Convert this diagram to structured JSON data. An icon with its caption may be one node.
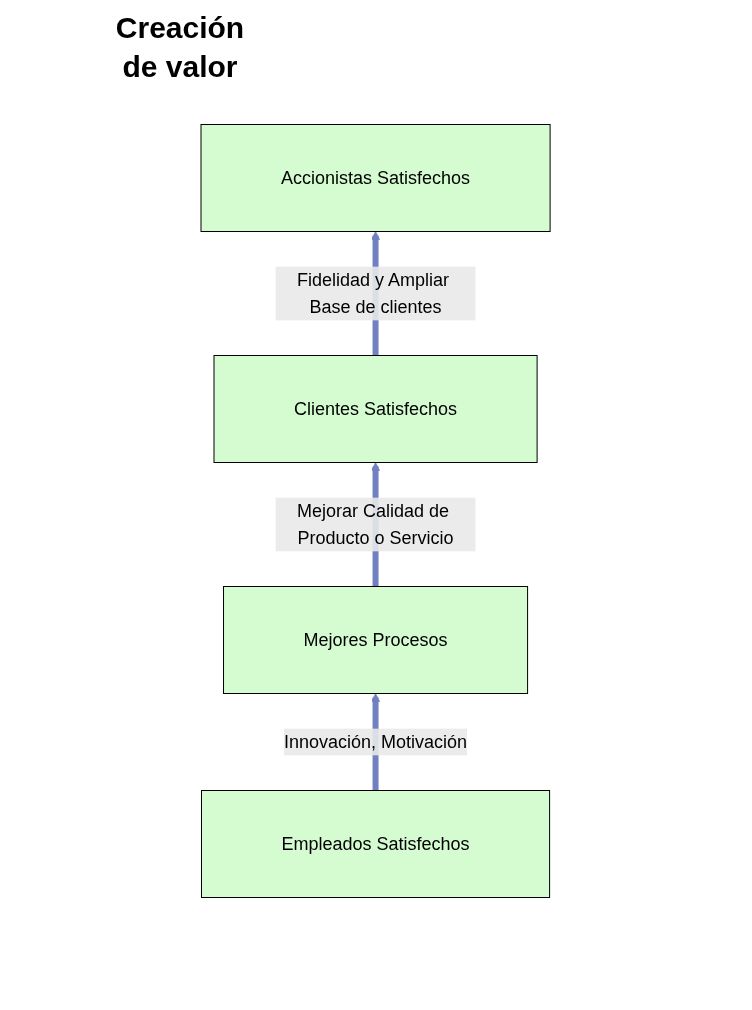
{
  "diagram": {
    "nodes": [
      {
        "text": [
          "Accionistas Satisfechos"
        ]
      },
      {
        "text": [
          "Clientes Satisfechos"
        ]
      },
      {
        "text": [
          "Mejores Procesos"
        ]
      },
      {
        "text": [
          "Empleados Satisfechos"
        ]
      }
    ],
    "edges": [
      {
        "from": 1,
        "to": 0,
        "arrow": "to",
        "label": "Fidelidad y Ampliar Base de clientes"
      },
      {
        "from": 2,
        "to": 1,
        "arrow": "to",
        "label": "Mejorar Calidad de Producto o Servicio"
      },
      {
        "from": 3,
        "to": 2,
        "arrow": "to",
        "label": "Innovación, Motivación"
      }
    ],
    "labels": [
      "Creación de valor"
    ]
  }
}
